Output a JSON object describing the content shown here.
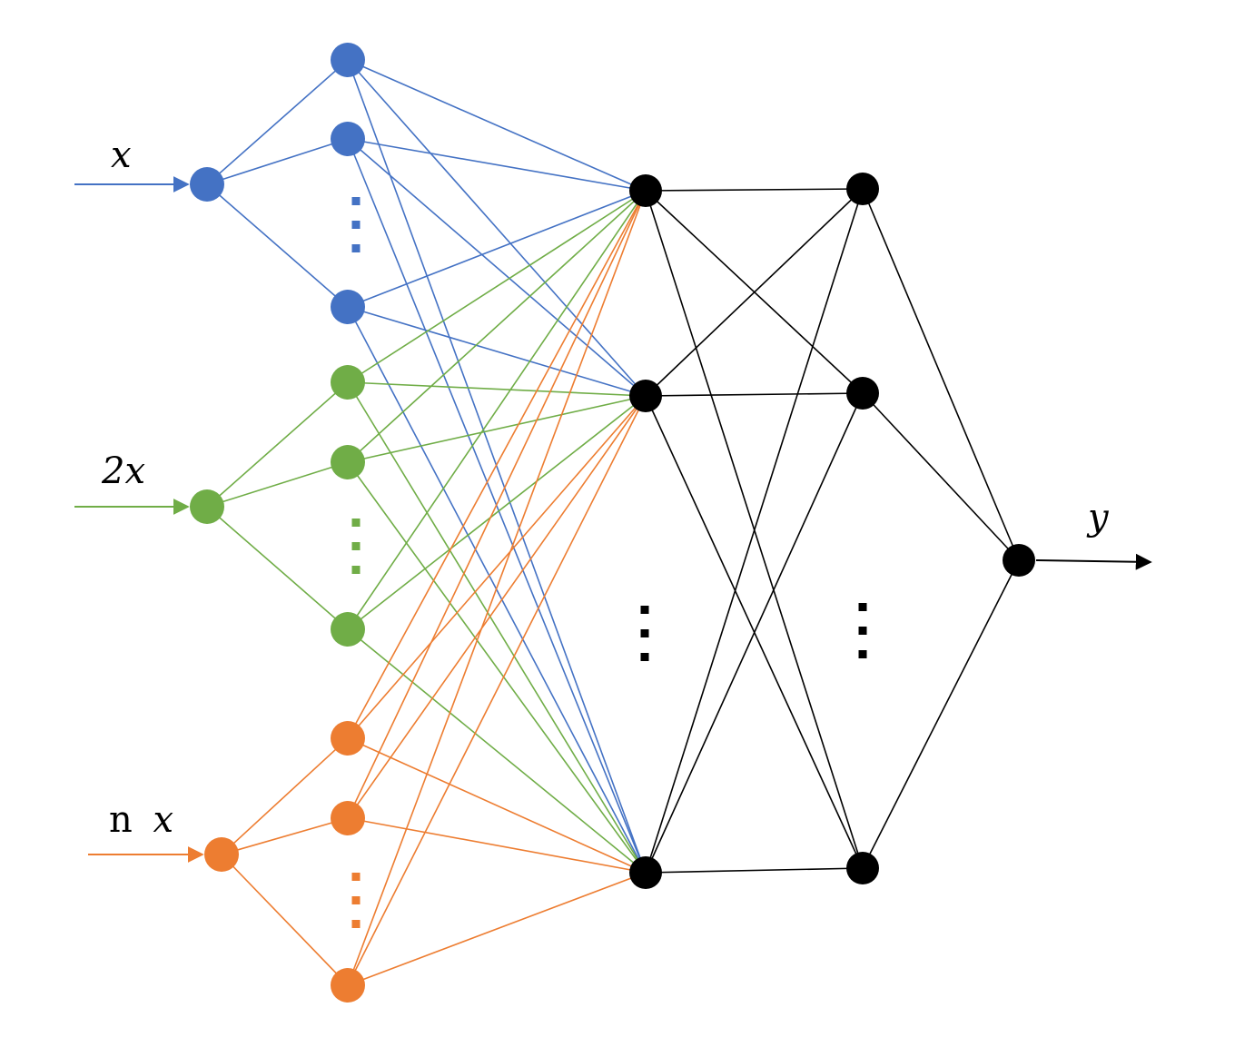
{
  "labels": {
    "input_1": "x",
    "input_2": "2x",
    "input_n_prefix": "n",
    "input_n_var": "x",
    "output": "y"
  },
  "colors": {
    "group_1": "#4472C4",
    "group_2": "#70AD47",
    "group_n": "#ED7D31",
    "hidden": "#000000",
    "background": "#FFFFFF"
  },
  "structure": {
    "input_groups": [
      "group_1",
      "group_2",
      "group_n"
    ],
    "subnet_nodes_per_group_shown": 3,
    "hidden_layers_shown": 2,
    "hidden_nodes_per_layer_shown": 3,
    "output_nodes": 1,
    "ellipsis_marks": [
      "group_1",
      "group_2",
      "group_n",
      "hidden_layer_1",
      "hidden_layer_2"
    ]
  }
}
